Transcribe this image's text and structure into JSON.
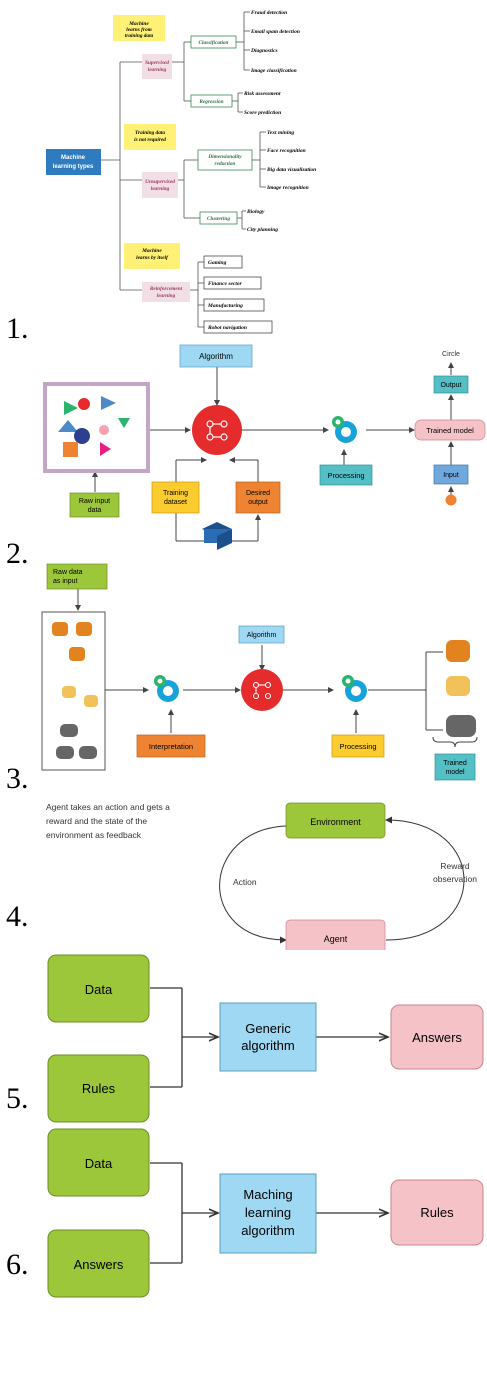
{
  "numbers": [
    "1.",
    "2.",
    "3.",
    "4.",
    "5.",
    "6."
  ],
  "d1": {
    "root": "Machine learning types",
    "supervised": {
      "note": "Machine learns from training data",
      "label": "Supervised learning",
      "classification": "Classification",
      "class_items": [
        "Fraud detection",
        "Email spam detection",
        "Diagnostics",
        "Image classification"
      ],
      "regression": "Regression",
      "reg_items": [
        "Risk assessment",
        "Score prediction"
      ]
    },
    "unsupervised": {
      "note": "Training data is not required",
      "label": "Unsupervised learning",
      "dimred": "Dimensionality reduction",
      "dim_items": [
        "Text mining",
        "Face recognition",
        "Big data visualization",
        "Image recognition"
      ],
      "clustering": "Clustering",
      "clus_items": [
        "Biology",
        "City planning"
      ]
    },
    "reinforcement": {
      "note": "Machine learns by itself",
      "label": "Reinforcement learning",
      "items": [
        "Gaming",
        "Finance sector",
        "Manufacturing",
        "Robot navigation"
      ]
    }
  },
  "d2": {
    "algorithm": "Algorithm",
    "raw_input": "Raw input data",
    "training": "Training dataset",
    "desired": "Desired output",
    "processing": "Processing",
    "trained": "Trained model",
    "output": "Output",
    "input": "Input",
    "circle": "Circle"
  },
  "d3": {
    "raw": "Raw data as input",
    "algorithm": "Algorithm",
    "interpretation": "Interpretation",
    "processing": "Processing",
    "trained": "Trained model"
  },
  "d4": {
    "caption": "Agent takes an action and gets a reward and the state of the environment as feedback",
    "environment": "Environment",
    "agent": "Agent",
    "action": "Action",
    "reward": "Reward observation"
  },
  "d5": {
    "data": "Data",
    "rules": "Rules",
    "algo": "Generic algorithm",
    "answers": "Answers"
  },
  "d6": {
    "data": "Data",
    "answers": "Answers",
    "algo": "Maching learning algorithm",
    "rules": "Rules"
  },
  "colors": {
    "green": "#9dc73b",
    "blue": "#9ed8f2",
    "pink": "#f5c2c7",
    "red": "#e52b2b",
    "orange": "#ee8431",
    "yellow": "#fccb2d",
    "teal": "#55bfc6",
    "steel": "#2e7bc0"
  }
}
